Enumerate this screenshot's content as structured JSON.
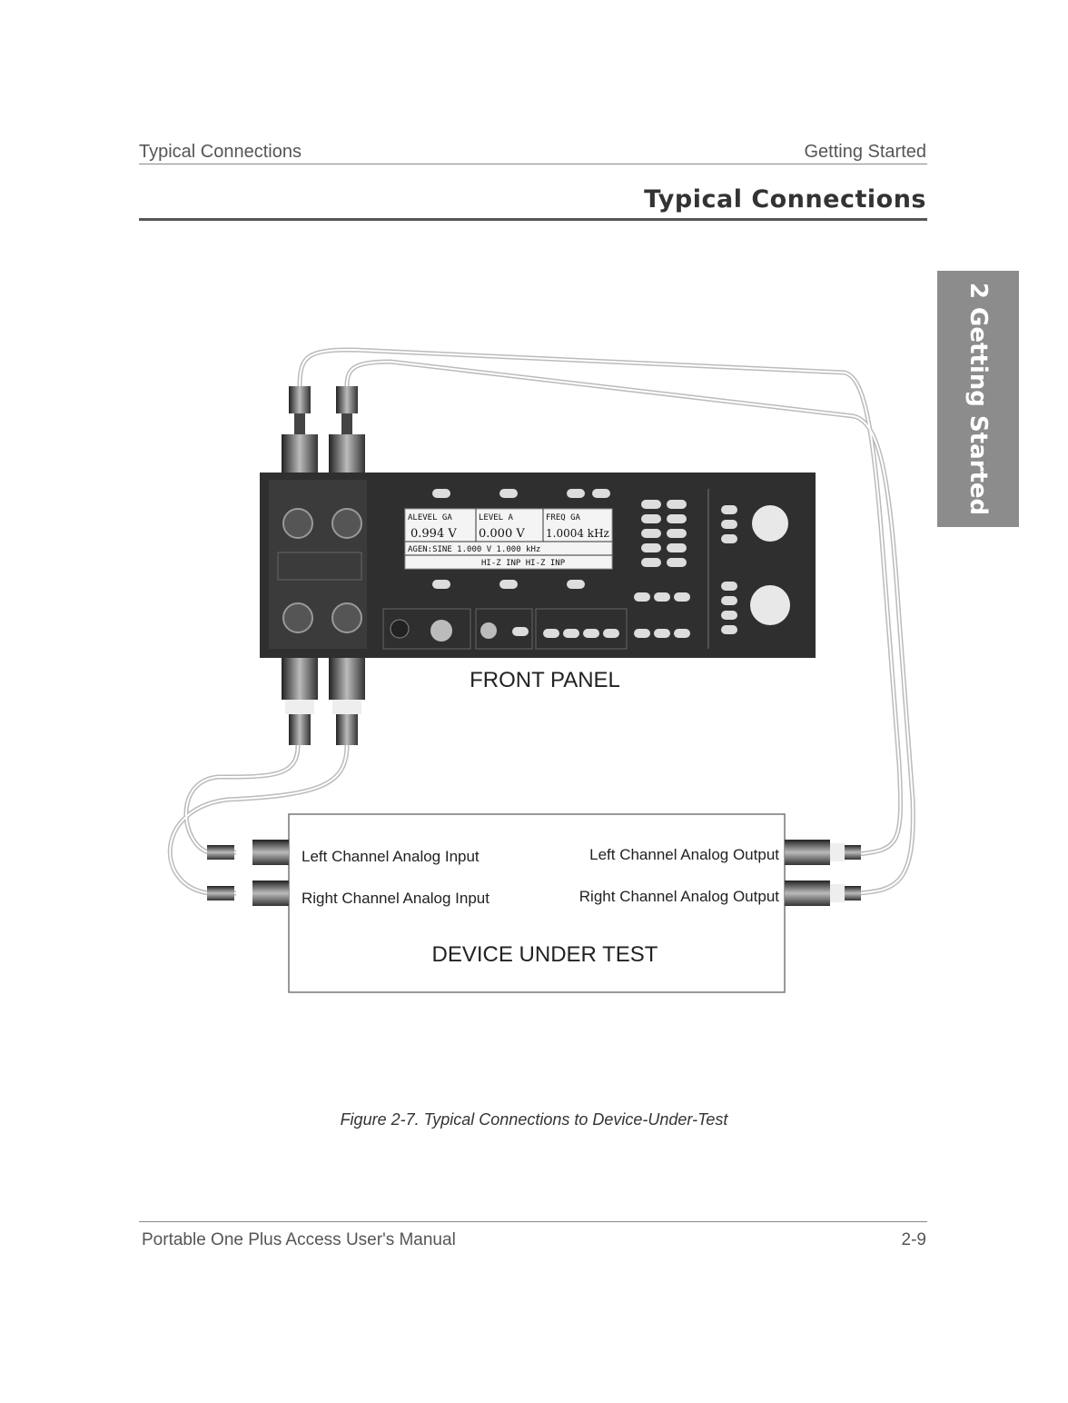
{
  "header": {
    "left": "Typical Connections",
    "right": "Getting Started"
  },
  "section_title": "Typical Connections",
  "side_tab": "2 Getting Started",
  "figure": {
    "panel_label": "FRONT PANEL",
    "display": {
      "r1c1": "ALEVEL  GA",
      "r1c2": "LEVEL  A",
      "r1c3": "FREQ  GA",
      "r2c1": "0.994  V",
      "r2c2": "0.000  V",
      "r2c3": "1.0004 kHz",
      "r3": "AGEN:SINE  1.000  V  1.000  kHz",
      "r4": "HI-Z INP  HI-Z INP"
    },
    "dut": {
      "left_input": "Left Channel Analog Input",
      "right_input": "Right Channel Analog Input",
      "left_output": "Left Channel Analog Output",
      "right_output": "Right Channel Analog Output",
      "title": "DEVICE UNDER TEST"
    }
  },
  "caption": "Figure 2-7. Typical Connections to Device-Under-Test",
  "footer": {
    "left": "Portable One Plus Access User's Manual",
    "right": "2-9"
  }
}
